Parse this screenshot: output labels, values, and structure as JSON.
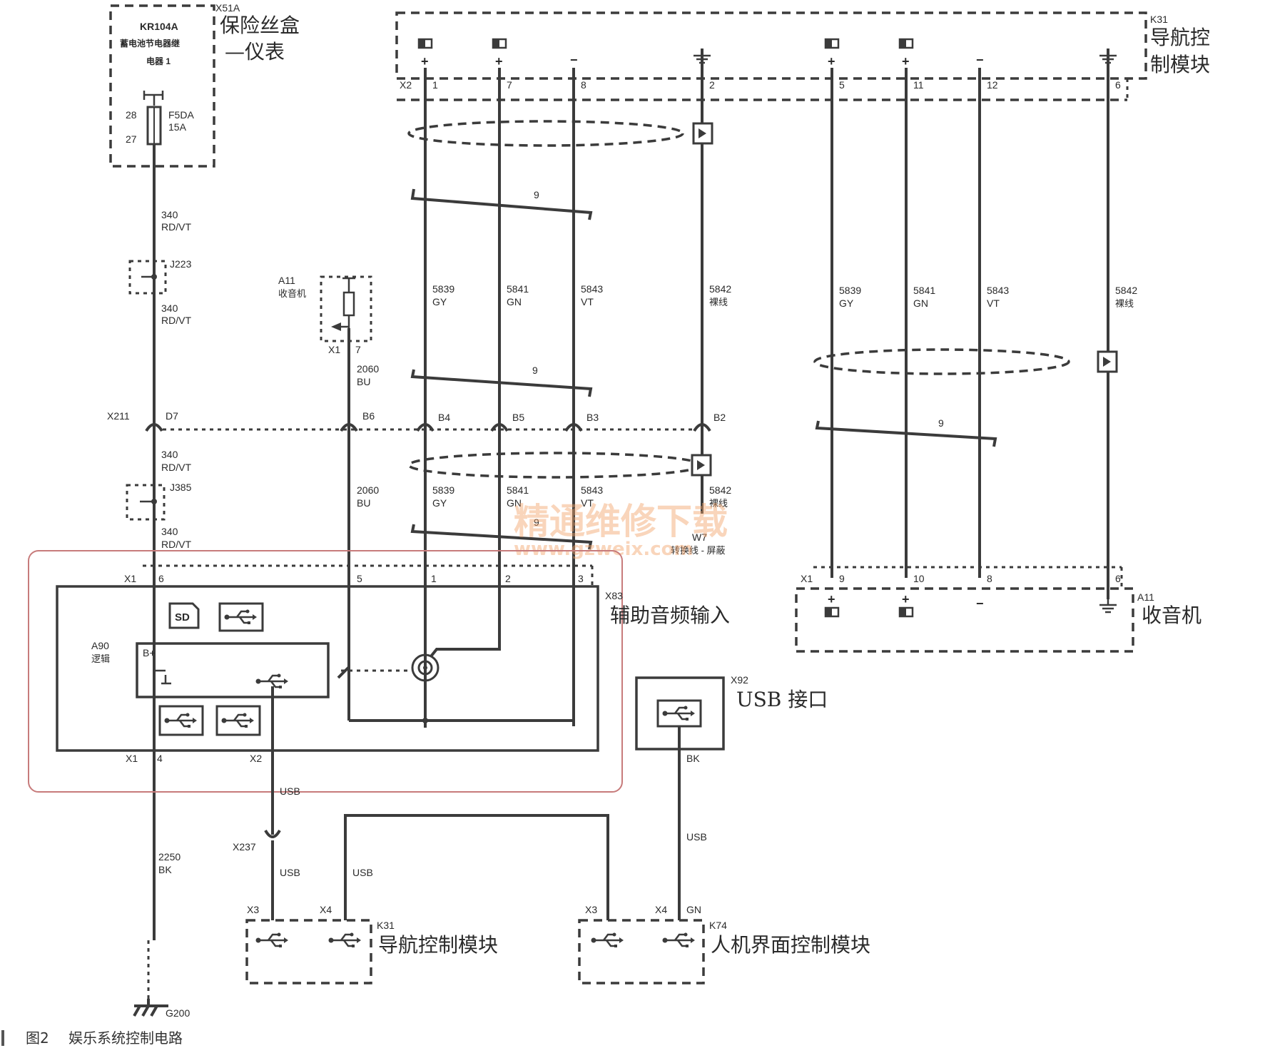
{
  "fuse_box": {
    "id": "X51A",
    "title_line1": "保险丝盒",
    "title_line2": "—仪表",
    "relay_id": "KR104A",
    "relay_desc_line1": "蓄电池节电器继",
    "relay_desc_line2": "电器 1",
    "pin_28": "28",
    "pin_27": "27",
    "fuse_id": "F5DA",
    "fuse_rating": "15A"
  },
  "nav_module_top": {
    "id": "K31",
    "title_line1": "导航控",
    "title_line2": "制模块",
    "connector": "X2",
    "pins": [
      "1",
      "7",
      "8",
      "2",
      "5",
      "11",
      "12",
      "6"
    ],
    "polarity_plus": "+",
    "polarity_minus": "−"
  },
  "wires": {
    "w340": "340",
    "rdvt": "RD/VT",
    "w2060": "2060",
    "bu": "BU",
    "w2250": "2250",
    "bk": "BK",
    "w5839": "5839",
    "gy": "GY",
    "w5841": "5841",
    "gn": "GN",
    "w5843": "5843",
    "vt": "VT",
    "w5842": "5842",
    "drain": "裸线",
    "twist": "9",
    "usb": "USB",
    "bk_x92": "BK",
    "gn_x4": "GN"
  },
  "splices": {
    "j223": "J223",
    "j385": "J385"
  },
  "radio_top": {
    "id": "A11",
    "name": "收音机",
    "conn": "X1",
    "pin": "7"
  },
  "x211": {
    "id": "X211",
    "d7": "D7",
    "b6": "B6",
    "b4": "B4",
    "b5": "B5",
    "b3": "B3",
    "b2": "B2"
  },
  "shield": {
    "id": "W7",
    "desc": "转换线 - 屏蔽"
  },
  "aux": {
    "id": "X83",
    "title": "辅助音频输入",
    "x1": "X1",
    "pin6": "6",
    "pin5": "5",
    "pin1": "1",
    "pin2": "2",
    "pin3": "3",
    "sd": "SD",
    "logic_id": "A90",
    "logic_name": "逻辑",
    "bplus": "B+",
    "x1b": "X1",
    "pin4": "4",
    "x2": "X2"
  },
  "radio_bottom": {
    "id": "A11",
    "title": "收音机",
    "conn": "X1",
    "pins": [
      "9",
      "10",
      "8",
      "6"
    ]
  },
  "usb_port": {
    "id": "X92",
    "title": "USB 接口"
  },
  "x237": "X237",
  "nav_module_bottom": {
    "id": "K31",
    "title": "导航控制模块",
    "x3": "X3",
    "x4": "X4"
  },
  "hmi": {
    "id": "K74",
    "title": "人机界面控制模块",
    "x3": "X3",
    "x4": "X4"
  },
  "ground": "G200",
  "watermark": {
    "line1": "精通维修下载",
    "line2": "www.gzweix.com"
  },
  "caption": {
    "fig": "图2",
    "text": "娱乐系统控制电路"
  }
}
